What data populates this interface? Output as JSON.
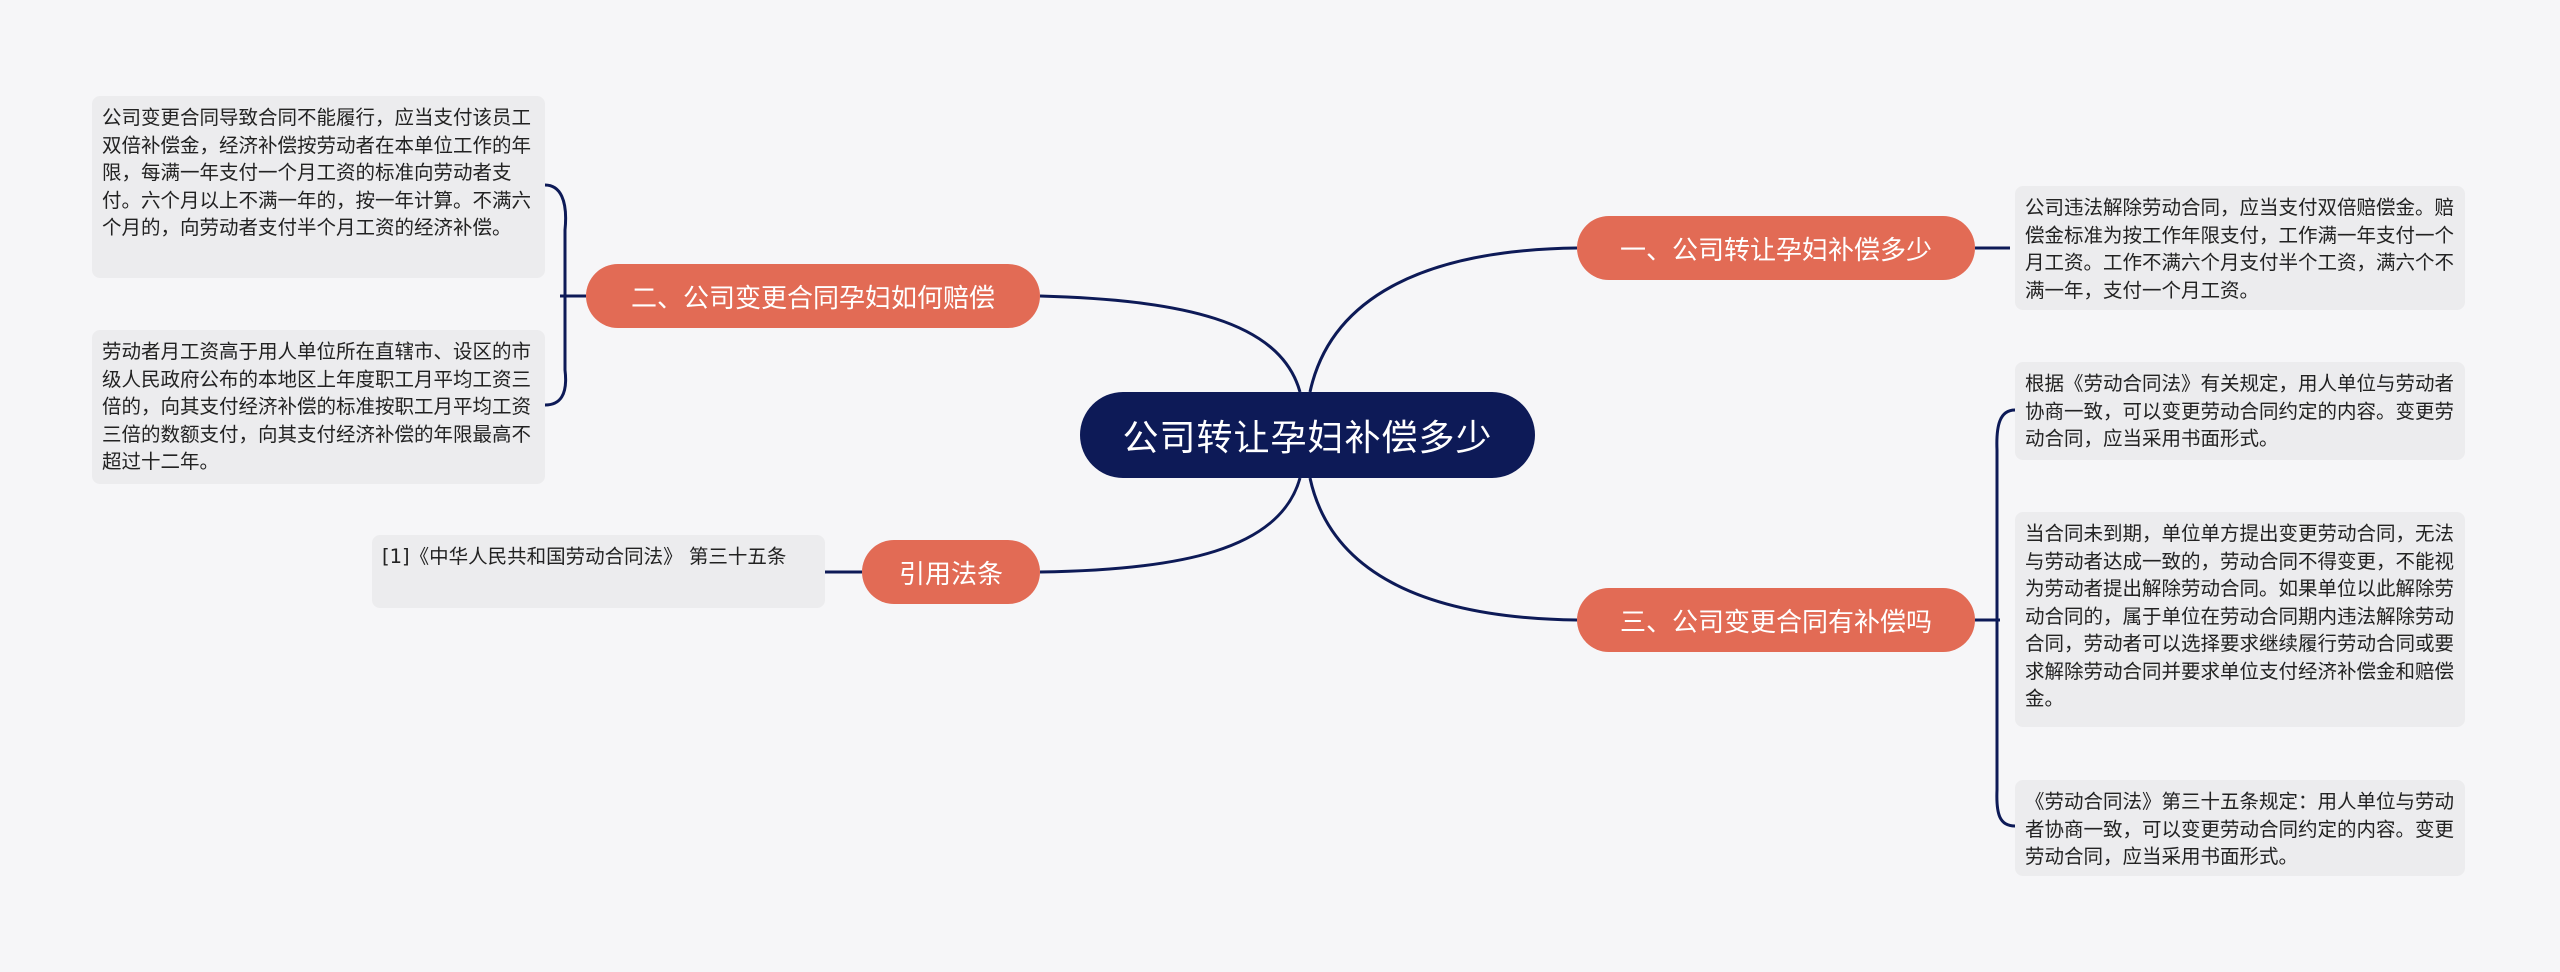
{
  "central": {
    "title": "公司转让孕妇补偿多少"
  },
  "branches": {
    "b1": {
      "label": "一、公司转让孕妇补偿多少",
      "leaves": [
        "公司违法解除劳动合同，应当支付双倍赔偿金。赔偿金标准为按工作年限支付，工作满一年支付一个月工资。工作不满六个月支付半个工资，满六个不满一年，支付一个月工资。"
      ]
    },
    "b2": {
      "label": "二、公司变更合同孕妇如何赔偿",
      "leaves": [
        "公司变更合同导致合同不能履行，应当支付该员工双倍补偿金，经济补偿按劳动者在本单位工作的年限，每满一年支付一个月工资的标准向劳动者支付。六个月以上不满一年的，按一年计算。不满六个月的，向劳动者支付半个月工资的经济补偿。",
        "劳动者月工资高于用人单位所在直辖市、设区的市级人民政府公布的本地区上年度职工月平均工资三倍的，向其支付经济补偿的标准按职工月平均工资三倍的数额支付，向其支付经济补偿的年限最高不超过十二年。"
      ]
    },
    "b3": {
      "label": "三、公司变更合同有补偿吗",
      "leaves": [
        "根据《劳动合同法》有关规定，用人单位与劳动者协商一致，可以变更劳动合同约定的内容。变更劳动合同，应当采用书面形式。",
        "当合同未到期，单位单方提出变更劳动合同，无法与劳动者达成一致的，劳动合同不得变更，不能视为劳动者提出解除劳动合同。如果单位以此解除劳动合同的，属于单位在劳动合同期内违法解除劳动合同，劳动者可以选择要求继续履行劳动合同或要求解除劳动合同并要求单位支付经济补偿金和赔偿金。",
        "《劳动合同法》第三十五条规定：用人单位与劳动者协商一致，可以变更劳动合同约定的内容。变更劳动合同，应当采用书面形式。"
      ]
    },
    "b4": {
      "label": "引用法条",
      "leaves": [
        "[1]《中华人民共和国劳动合同法》 第三十五条"
      ]
    }
  },
  "colors": {
    "central": "#0d1a57",
    "branch": "#e26b55",
    "leaf_bg": "#ececee",
    "line": "#0d1a57",
    "background": "#f6f6f8"
  }
}
